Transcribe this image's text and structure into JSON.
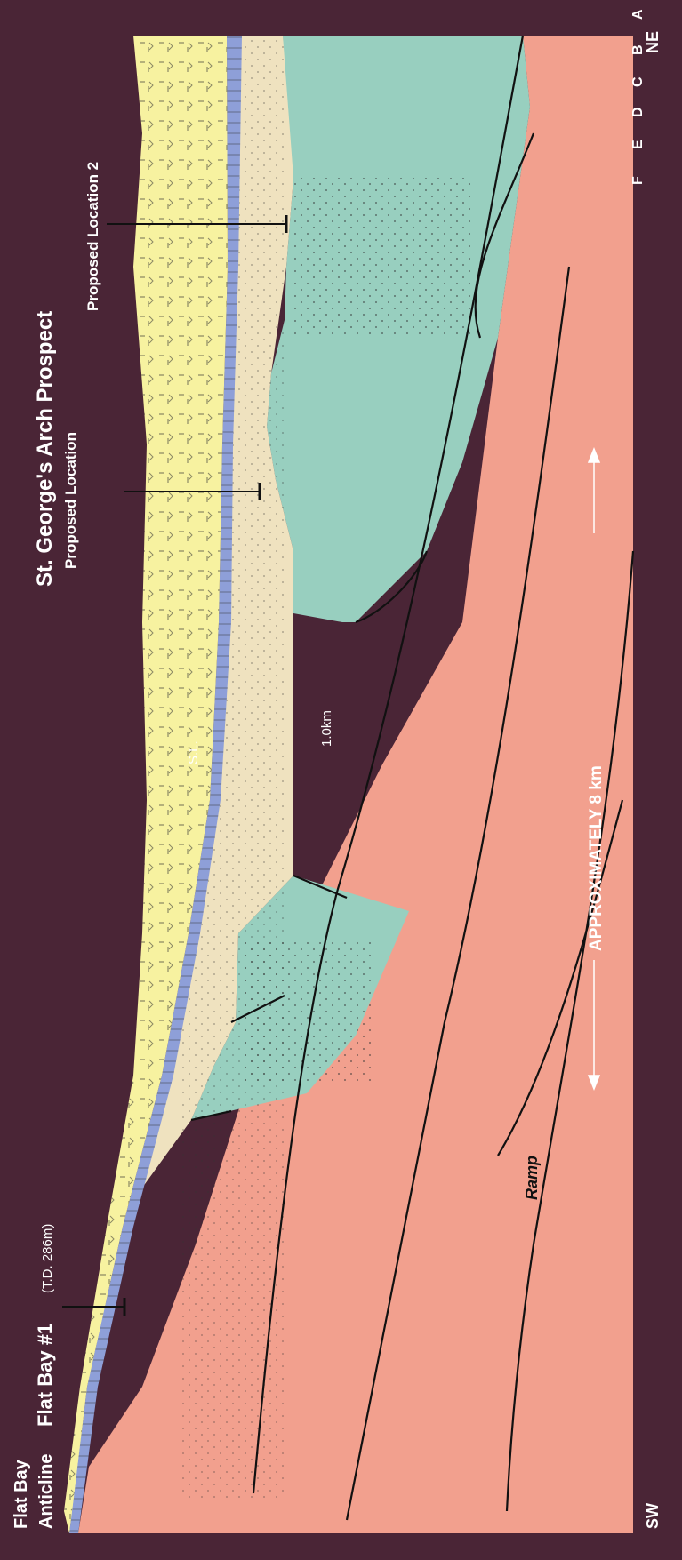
{
  "labels": {
    "anticline_line1": "Flat Bay",
    "anticline_line2": "Anticline",
    "well1_name": "Flat Bay #1",
    "well1_td": "(T.D. 286m)",
    "prospect_title": "St. George's Arch Prospect",
    "proposed_location": "Proposed Location",
    "proposed_location_2": "Proposed Location 2",
    "scale_text": "APPROXIMATELY 8 km",
    "ramp": "Ramp",
    "sea_level": "S.L.",
    "depth_1km": "1.0km",
    "dir_left": "SW",
    "dir_right": "NE"
  },
  "unit_letters": [
    "A",
    "B",
    "C",
    "D",
    "E",
    "F"
  ],
  "colors": {
    "background": "#4a2536",
    "unit_yellow": "#f7f2a0",
    "unit_blue": "#8e9fd8",
    "unit_tan": "#efe2bf",
    "unit_teal": "#98cfbf",
    "unit_salmon": "#f2a08e",
    "ink": "#111111"
  }
}
